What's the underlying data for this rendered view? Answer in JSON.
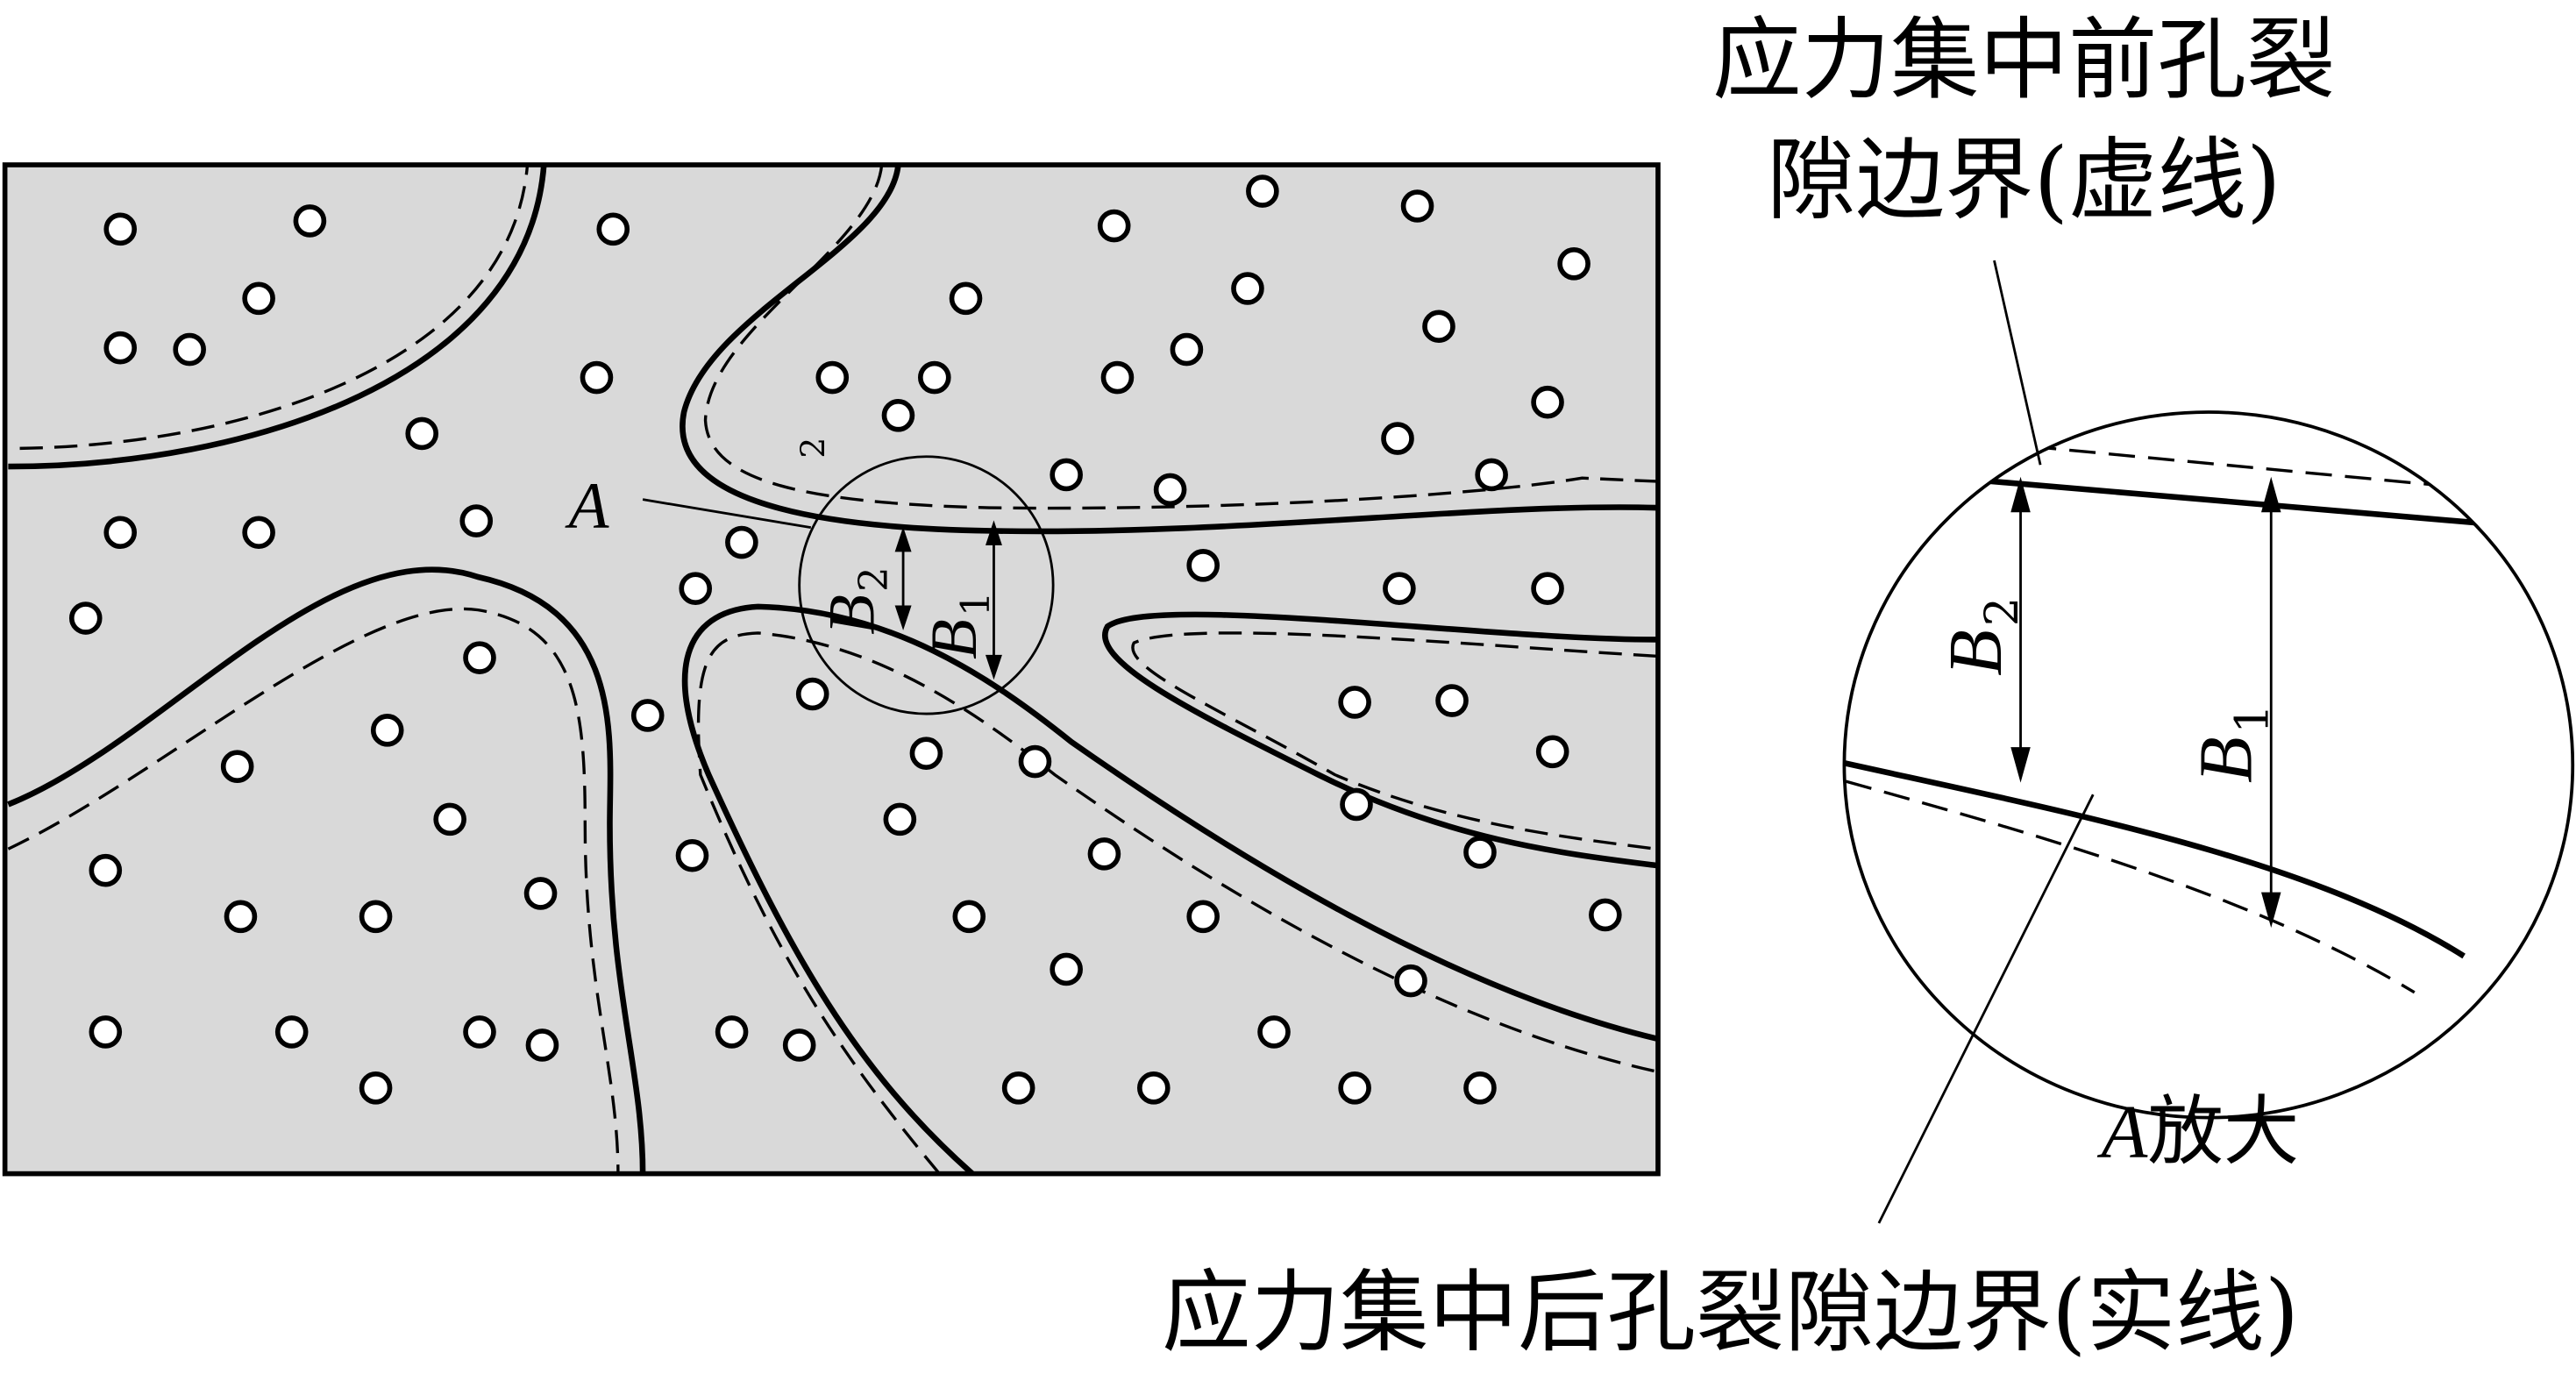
{
  "labels": {
    "point_a": "A",
    "b1": "B",
    "b1_sub": "1",
    "b2": "B",
    "b2_sub": "2",
    "small_two": "2",
    "before_line1": "应力集中前孔裂",
    "before_line2": "隙边界(虚线)",
    "after": "应力集中后孔裂隙边界(实线)",
    "magnify_a": "A",
    "magnify_text": "放大"
  },
  "colors": {
    "matrix_fill": "#d9d9d9",
    "line": "#000000"
  }
}
